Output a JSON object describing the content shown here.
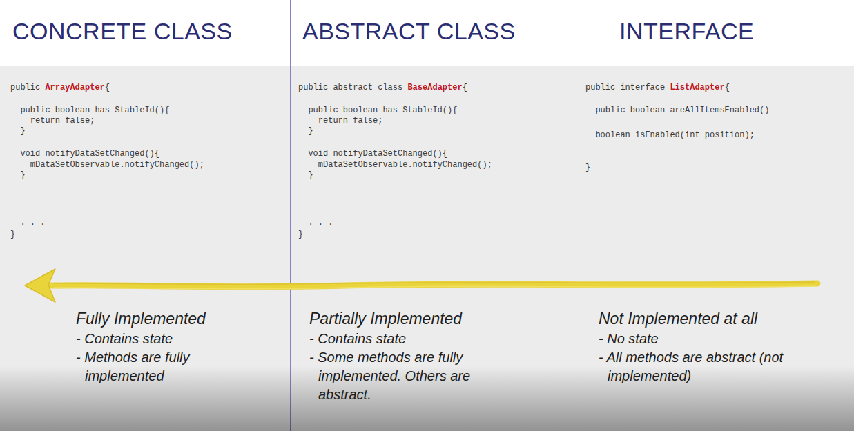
{
  "diagram": {
    "nodes": [
      {
        "text": [
          "public",
          "ArrayAdapter",
          "{",
          "public boolean has StableId(){",
          "return false;",
          "}",
          "void notifyDataSetChanged(){",
          "mDataSetObservable.notifyChanged();",
          "}",
          ". . .",
          "}",
          "Fully Implemented",
          "- Contains state",
          "- Methods are fully implemented"
        ]
      },
      {
        "text": [
          "public abstract class",
          "BaseAdapter",
          "{",
          "public boolean has StableId(){",
          "return false;",
          "}",
          "void notifyDataSetChanged(){",
          "mDataSetObservable.notifyChanged();",
          "}",
          ". . .",
          "}",
          "Partially Implemented",
          "- Contains state",
          "- Some methods are fully implemented. Others are abstract."
        ]
      },
      {
        "text": [
          "public interface",
          "ListAdapter",
          "{",
          "public boolean areAllItemsEnabled()",
          "boolean isEnabled(int position);",
          "}",
          "Not Implemented at all",
          "- No state",
          "- All methods are abstract (not implemented)"
        ]
      }
    ],
    "labels": [
      "CONCRETE CLASS",
      "ABSTRACT CLASS",
      "INTERFACE"
    ]
  }
}
